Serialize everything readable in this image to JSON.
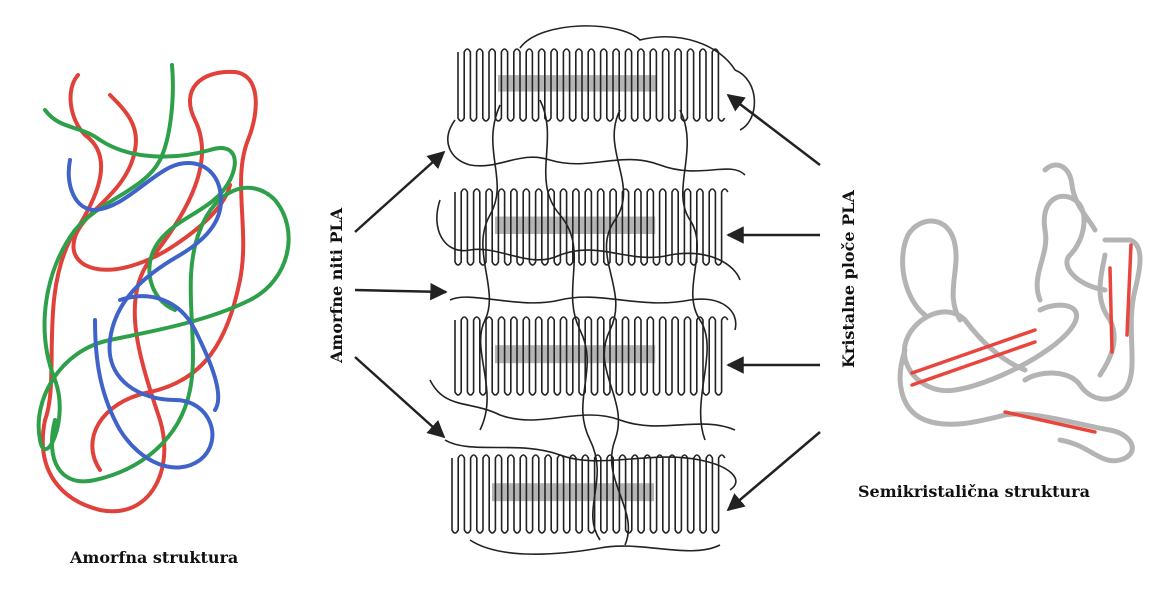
{
  "labels": {
    "amorphous_caption": "Amorfna struktura",
    "semicrystalline_caption": "Semikristalična struktura",
    "amorphous_threads": "Amorfne niti PLA",
    "crystalline_plates": "Kristalne ploče PLA"
  },
  "colors": {
    "chain_red": "#e0413a",
    "chain_green": "#2ea04a",
    "chain_blue": "#3f63c8",
    "chain_grey": "#b4b4b4",
    "segment_red": "#e8453c",
    "line_black": "#222222"
  }
}
